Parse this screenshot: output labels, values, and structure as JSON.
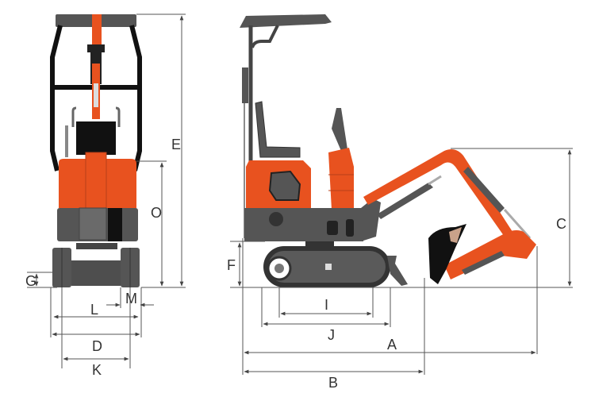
{
  "diagram": {
    "title": "Mini excavator dimension diagram",
    "views": {
      "front": {
        "name": "front-view",
        "labels": {
          "E": "E",
          "O": "O",
          "G": "G",
          "M": "M",
          "L": "L",
          "D": "D",
          "K": "K"
        }
      },
      "side": {
        "name": "side-view",
        "labels": {
          "C": "C",
          "F": "F",
          "I": "I",
          "J": "J",
          "A": "A",
          "B": "B"
        }
      }
    },
    "colors": {
      "body_orange": "#e8521f",
      "body_dark": "#4a4a4a",
      "frame_black": "#111111",
      "line": "#555555",
      "background": "#ffffff"
    }
  }
}
